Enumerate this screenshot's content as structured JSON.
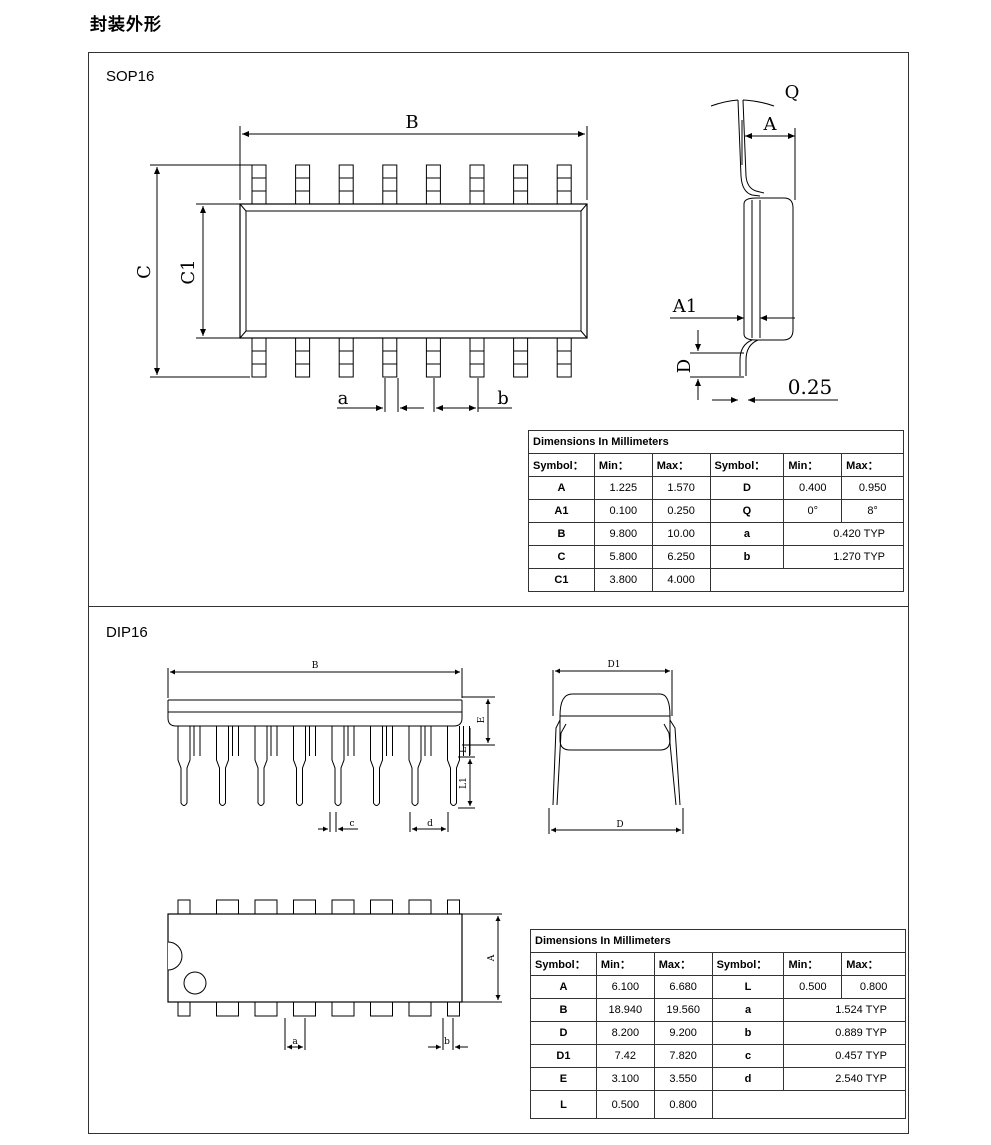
{
  "page_title": "封装外形",
  "sop": {
    "label": "SOP16",
    "dims": {
      "B": "B",
      "C": "C",
      "C1": "C1",
      "a": "a",
      "b": "b",
      "A": "A",
      "Q": "Q",
      "A1": "A1",
      "D": "D",
      "lead": "0.25"
    },
    "table": {
      "caption": "Dimensions In Millimeters",
      "headers": [
        "Symbol：",
        "Min：",
        "Max：",
        "Symbol：",
        "Min：",
        "Max："
      ],
      "rows": [
        {
          "s1": "A",
          "min1": "1.225",
          "max1": "1.570",
          "s2": "D",
          "min2": "0.400",
          "max2": "0.950"
        },
        {
          "s1": "A1",
          "min1": "0.100",
          "max1": "0.250",
          "s2": "Q",
          "min2": "0°",
          "max2": "8°"
        },
        {
          "s1": "B",
          "min1": "9.800",
          "max1": "10.00",
          "s2": "a",
          "typ": "0.420 TYP"
        },
        {
          "s1": "C",
          "min1": "5.800",
          "max1": "6.250",
          "s2": "b",
          "typ": "1.270 TYP"
        },
        {
          "s1": "C1",
          "min1": "3.800",
          "max1": "4.000"
        }
      ]
    }
  },
  "dip": {
    "label": "DIP16",
    "dims": {
      "B": "B",
      "E": "E",
      "L": "L",
      "L1": "L1",
      "c": "c",
      "d": "d",
      "D1": "D1",
      "D": "D",
      "A": "A",
      "a": "a",
      "b": "b"
    },
    "table": {
      "caption": "Dimensions In Millimeters",
      "headers": [
        "Symbol：",
        "Min：",
        "Max：",
        "Symbol：",
        "Min：",
        "Max："
      ],
      "rows": [
        {
          "s1": "A",
          "min1": "6.100",
          "max1": "6.680",
          "s2": "L",
          "min2": "0.500",
          "max2": "0.800"
        },
        {
          "s1": "B",
          "min1": "18.940",
          "max1": "19.560",
          "s2": "a",
          "typ": "1.524 TYP"
        },
        {
          "s1": "D",
          "min1": "8.200",
          "max1": "9.200",
          "s2": "b",
          "typ": "0.889 TYP"
        },
        {
          "s1": "D1",
          "min1": "7.42",
          "max1": "7.820",
          "s2": "c",
          "typ": "0.457 TYP"
        },
        {
          "s1": "E",
          "min1": "3.100",
          "max1": "3.550",
          "s2": "d",
          "typ": "2.540 TYP"
        },
        {
          "s1": "L",
          "min1": "0.500",
          "max1": "0.800"
        }
      ]
    }
  }
}
